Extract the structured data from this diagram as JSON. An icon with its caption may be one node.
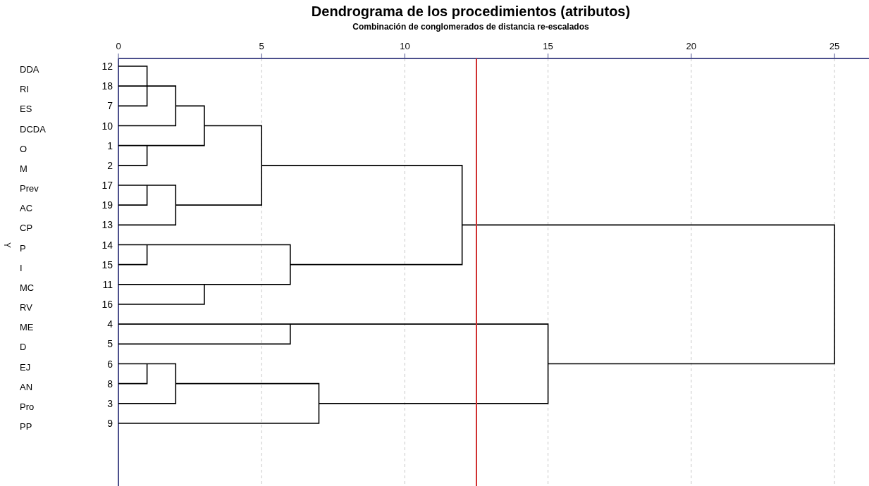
{
  "diagram": {
    "title": "Dendrograma de los procedimientos (atributos)",
    "labels": [
      "Combinación de conglomerados de distancia re-escalados",
      "0",
      "5",
      "10",
      "15",
      "20",
      "25",
      "Y",
      "DDA",
      "12",
      "RI",
      "18",
      "ES",
      "7",
      "DCDA",
      "10",
      "O",
      "1",
      "M",
      "2",
      "Prev",
      "17",
      "AC",
      "19",
      "CP",
      "13",
      "P",
      "14",
      "I",
      "15",
      "MC",
      "11",
      "RV",
      "16",
      "ME",
      "4",
      "D",
      "5",
      "EJ",
      "6",
      "AN",
      "8",
      "Pro",
      "3",
      "PP",
      "9"
    ]
  }
}
